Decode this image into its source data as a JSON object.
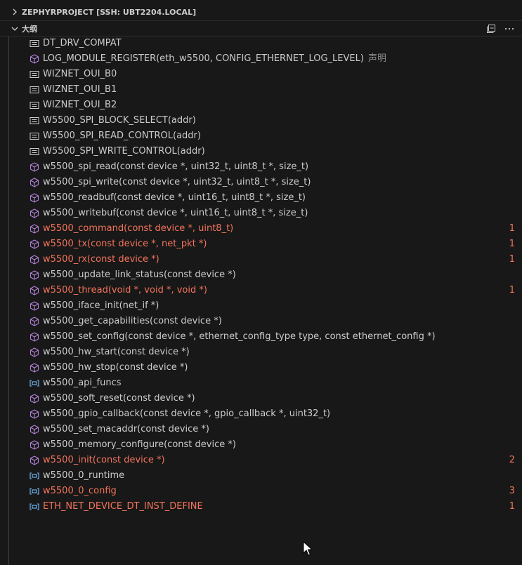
{
  "workspace_header": {
    "title": "ZEPHYRPROJECT [SSH: UBT2204.LOCAL]",
    "chevron": "chevron-right-icon"
  },
  "outline_header": {
    "title": "大纲",
    "chevron": "chevron-down-icon",
    "actions": [
      "collapse-all-icon",
      "more-actions-icon"
    ]
  },
  "colors": {
    "error": "#f4735b",
    "method_icon": "#b180d7",
    "variable_icon": "#75beff",
    "text": "#cccccc"
  },
  "outline_items": [
    {
      "label": "DT_DRV_COMPAT",
      "kind": "constant",
      "error": false
    },
    {
      "label": "LOG_MODULE_REGISTER(eth_w5500, CONFIG_ETHERNET_LOG_LEVEL)",
      "desc": "声明",
      "kind": "method",
      "error": false
    },
    {
      "label": "WIZNET_OUI_B0",
      "kind": "constant",
      "error": false
    },
    {
      "label": "WIZNET_OUI_B1",
      "kind": "constant",
      "error": false
    },
    {
      "label": "WIZNET_OUI_B2",
      "kind": "constant",
      "error": false
    },
    {
      "label": "W5500_SPI_BLOCK_SELECT(addr)",
      "kind": "constant",
      "error": false
    },
    {
      "label": "W5500_SPI_READ_CONTROL(addr)",
      "kind": "constant",
      "error": false
    },
    {
      "label": "W5500_SPI_WRITE_CONTROL(addr)",
      "kind": "constant",
      "error": false
    },
    {
      "label": "w5500_spi_read(const device *, uint32_t, uint8_t *, size_t)",
      "kind": "method",
      "error": false
    },
    {
      "label": "w5500_spi_write(const device *, uint32_t, uint8_t *, size_t)",
      "kind": "method",
      "error": false
    },
    {
      "label": "w5500_readbuf(const device *, uint16_t, uint8_t *, size_t)",
      "kind": "method",
      "error": false
    },
    {
      "label": "w5500_writebuf(const device *, uint16_t, uint8_t *, size_t)",
      "kind": "method",
      "error": false
    },
    {
      "label": "w5500_command(const device *, uint8_t)",
      "kind": "method",
      "error": true,
      "count": "1"
    },
    {
      "label": "w5500_tx(const device *, net_pkt *)",
      "kind": "method",
      "error": true,
      "count": "1"
    },
    {
      "label": "w5500_rx(const device *)",
      "kind": "method",
      "error": true,
      "count": "1"
    },
    {
      "label": "w5500_update_link_status(const device *)",
      "kind": "method",
      "error": false
    },
    {
      "label": "w5500_thread(void *, void *, void *)",
      "kind": "method",
      "error": true,
      "count": "1"
    },
    {
      "label": "w5500_iface_init(net_if *)",
      "kind": "method",
      "error": false
    },
    {
      "label": "w5500_get_capabilities(const device *)",
      "kind": "method",
      "error": false
    },
    {
      "label": "w5500_set_config(const device *, ethernet_config_type type, const ethernet_config *)",
      "kind": "method",
      "error": false
    },
    {
      "label": "w5500_hw_start(const device *)",
      "kind": "method",
      "error": false
    },
    {
      "label": "w5500_hw_stop(const device *)",
      "kind": "method",
      "error": false
    },
    {
      "label": "w5500_api_funcs",
      "kind": "variable",
      "error": false
    },
    {
      "label": "w5500_soft_reset(const device *)",
      "kind": "method",
      "error": false
    },
    {
      "label": "w5500_gpio_callback(const device *, gpio_callback *, uint32_t)",
      "kind": "method",
      "error": false
    },
    {
      "label": "w5500_set_macaddr(const device *)",
      "kind": "method",
      "error": false
    },
    {
      "label": "w5500_memory_configure(const device *)",
      "kind": "method",
      "error": false
    },
    {
      "label": "w5500_init(const device *)",
      "kind": "method",
      "error": true,
      "count": "2"
    },
    {
      "label": "w5500_0_runtime",
      "kind": "variable",
      "error": false
    },
    {
      "label": "w5500_0_config",
      "kind": "variable",
      "error": true,
      "count": "3"
    },
    {
      "label": "ETH_NET_DEVICE_DT_INST_DEFINE",
      "kind": "variable",
      "error": true,
      "count": "1"
    }
  ]
}
